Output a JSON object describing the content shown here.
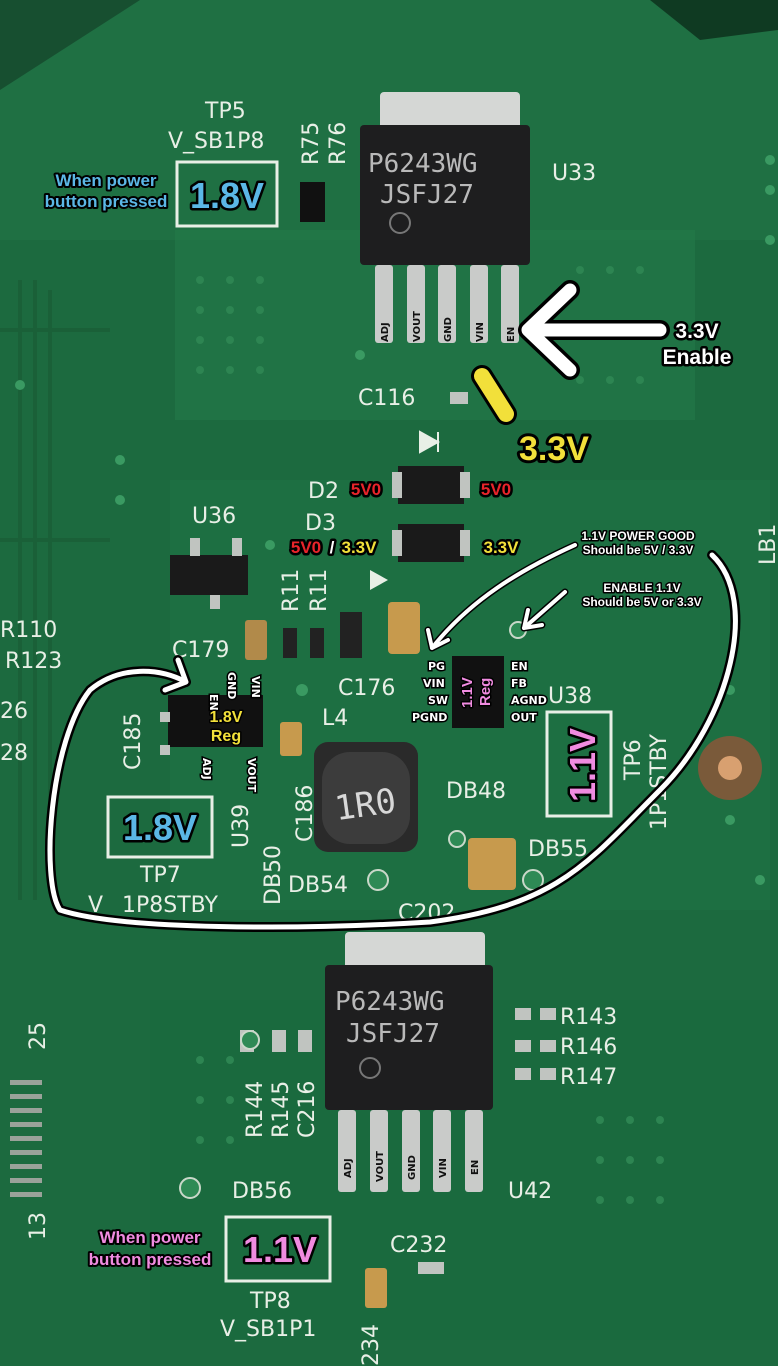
{
  "board_labels": {
    "tp5": "TP5",
    "v_sb1p8": "V_SB1P8",
    "r75": "R75",
    "r76": "R76",
    "u33": "U33",
    "c116": "C116",
    "d2": "D2",
    "d3": "D3",
    "u36": "U36",
    "r11a": "R11",
    "r11b": "R11",
    "c179": "C179",
    "r110": "R110",
    "r123": "R123",
    "v26": "26",
    "v28": "28",
    "c185": "C185",
    "c176": "C176",
    "l4": "L4",
    "inductor": "1R0",
    "c186": "C186",
    "u39": "U39",
    "db50": "DB50",
    "db54": "DB54",
    "tp7": "TP7",
    "one_p8stby": "1P8STBY",
    "v_prefix": "V",
    "u38": "U38",
    "tp6": "TP6",
    "one_p1stby": "1P1STBY",
    "db48": "DB48",
    "db55": "DB55",
    "c202": "C202",
    "lb1": "LB1",
    "r143": "R143",
    "r146": "R146",
    "r147": "R147",
    "r144": "R144",
    "r145": "R145",
    "c216": "C216",
    "db56": "DB56",
    "u42": "U42",
    "c232": "C232",
    "tp8": "TP8",
    "v_sb1p1": "V_SB1P1",
    "n234": "234",
    "n25": "25",
    "n13": "13",
    "chip_top_line1": "P6243WG",
    "chip_top_line2": "JSFJ27",
    "chip_bot_line1": "P6243WG",
    "chip_bot_line2": "JSFJ27"
  },
  "pins_top": [
    "ADJ",
    "VOUT",
    "GND",
    "VIN",
    "EN"
  ],
  "pins_bottom": [
    "ADJ",
    "VOUT",
    "GND",
    "VIN",
    "EN"
  ],
  "pins_18_reg": {
    "en": "EN",
    "gnd": "GND",
    "vin": "VIN",
    "adj": "ADJ",
    "vout": "VOUT"
  },
  "pins_11_reg_left": [
    "PG",
    "VIN",
    "SW",
    "PGND"
  ],
  "pins_11_reg_right": [
    "EN",
    "FB",
    "AGND",
    "OUT"
  ],
  "annotations": {
    "when_pressed_top_1": "When power",
    "when_pressed_top_2": "button pressed",
    "tp5_voltage": "1.8V",
    "enable_1": "3.3V",
    "enable_2": "Enable",
    "vin_voltage": "3.3V",
    "d2_left": "5V0",
    "d2_right": "5V0",
    "d3_left_a": "5V0",
    "d3_left_sep": "/",
    "d3_left_b": "3.3V",
    "d3_right": "3.3V",
    "pg_note_1": "1.1V POWER GOOD",
    "pg_note_2": "Should be 5V / 3.3V",
    "en_note_1": "ENABLE 1.1V",
    "en_note_2": "Should be 5V or 3.3V",
    "reg18_1": "1.8V",
    "reg18_2": "Reg",
    "reg11_1": "1.1V",
    "reg11_2": "Reg",
    "tp7_voltage": "1.8V",
    "tp6_voltage": "1.1V",
    "when_pressed_bot_1": "When power",
    "when_pressed_bot_2": "button pressed",
    "tp8_voltage": "1.1V"
  },
  "colors": {
    "pcb": "#1c6a3f",
    "blue": "#5bb7e6",
    "pink": "#f08be0",
    "yellow": "#f2e03a",
    "red": "#e8242a"
  }
}
